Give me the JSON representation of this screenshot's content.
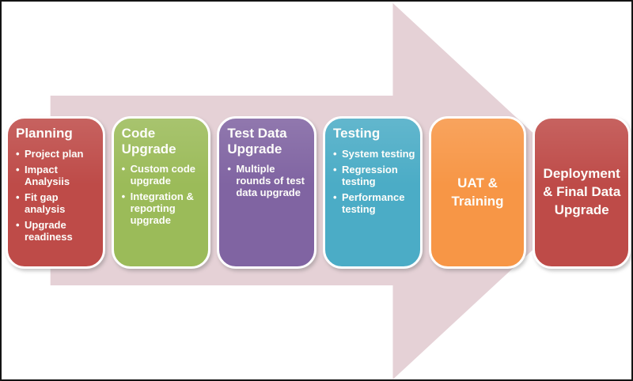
{
  "canvas": {
    "background_color": "#ffffff",
    "border_color": "#141414"
  },
  "arrow": {
    "name": "right-block-arrow",
    "fill": "#E5D1D6"
  },
  "stages": [
    {
      "title": "Planning",
      "color": "#BE4B48",
      "bullets": [
        "Project plan",
        "Impact Analysiis",
        "Fit gap analysis",
        "Upgrade readiness"
      ]
    },
    {
      "title": "Code Upgrade",
      "color": "#9BBB59",
      "bullets": [
        "Custom code upgrade",
        "Integration & reporting upgrade"
      ]
    },
    {
      "title": "Test Data Upgrade",
      "color": "#8064A2",
      "bullets": [
        "Multiple rounds of test data upgrade"
      ]
    },
    {
      "title": "Testing",
      "color": "#4BACC6",
      "bullets": [
        "System testing",
        "Regression testing",
        "Performance testing"
      ]
    },
    {
      "title": "UAT & Training",
      "color": "#F79646",
      "bullets": []
    },
    {
      "title": "Deployment & Final Data Upgrade",
      "color": "#BE4B48",
      "bullets": []
    }
  ]
}
